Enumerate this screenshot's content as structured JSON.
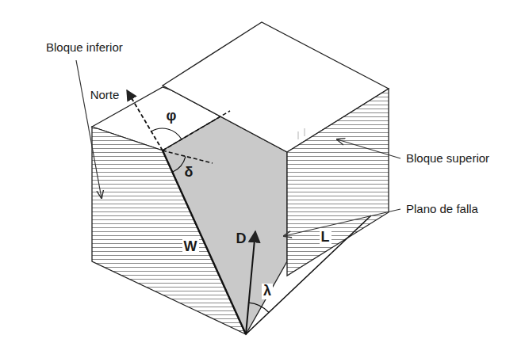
{
  "diagram": {
    "labels": [
      "Bloque inferior",
      "Norte",
      "φ",
      "δ",
      "W",
      "D",
      "λ",
      "L",
      "Bloque superior",
      "Plano de falla"
    ]
  }
}
